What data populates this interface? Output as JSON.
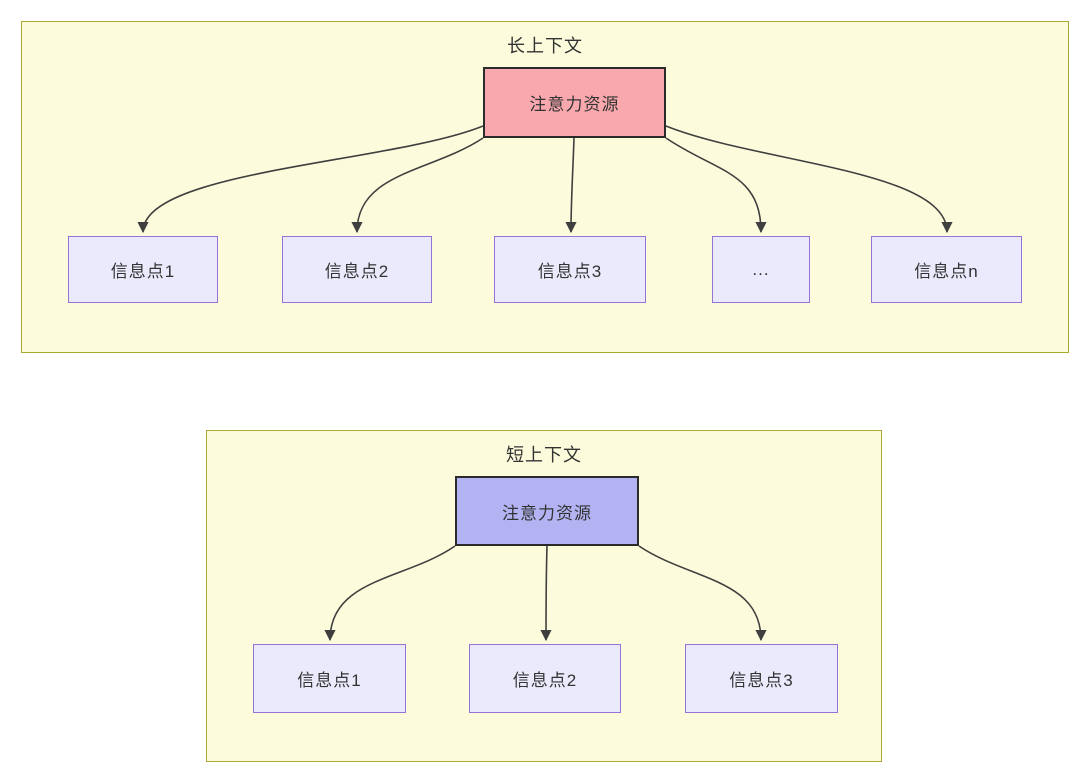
{
  "diagram": {
    "sections": [
      {
        "id": "long-context",
        "title": "长上下文",
        "source": {
          "label": "注意力资源",
          "fill": "#f9a9ae"
        },
        "targets": [
          {
            "label": "信息点1"
          },
          {
            "label": "信息点2"
          },
          {
            "label": "信息点3"
          },
          {
            "label": "..."
          },
          {
            "label": "信息点n"
          }
        ]
      },
      {
        "id": "short-context",
        "title": "短上下文",
        "source": {
          "label": "注意力资源",
          "fill": "#b3b3f3"
        },
        "targets": [
          {
            "label": "信息点1"
          },
          {
            "label": "信息点2"
          },
          {
            "label": "信息点3"
          }
        ]
      }
    ],
    "colors": {
      "section_fill": "#fcfcdc",
      "section_border": "#aaaa33",
      "long_source_fill": "#f9a9ae",
      "short_source_fill": "#b3b3f3",
      "source_border": "#2b2b2b",
      "target_fill": "#eaeafc",
      "target_border": "#9673d6",
      "arrow": "#3f3f3f",
      "text": "#333333"
    }
  }
}
